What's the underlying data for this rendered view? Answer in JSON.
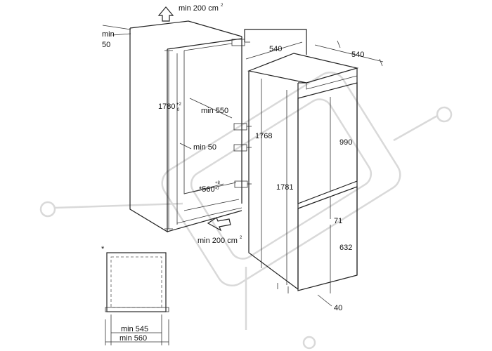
{
  "labels": {
    "top_vent": "min 200 cm",
    "top_vent_sup": "2",
    "gap_min_label": "min",
    "gap_min_value": "50",
    "niche_height": "1780",
    "niche_height_tol_plus": "+2",
    "niche_height_tol_minus": "0",
    "min_depth": "min 550",
    "side_min": "min 50",
    "niche_width": "*560",
    "niche_width_tol_plus": "+8",
    "niche_width_tol_minus": "-0",
    "bottom_vent": "min 200 cm",
    "bottom_vent_sup": "2",
    "appliance_width_1": "540",
    "appliance_width_2": "540",
    "appliance_height_1": "1768",
    "appliance_height_2": "1781",
    "upper_door": "990",
    "gap_between_doors": "71",
    "lower_door": "632",
    "bottom_gap": "40",
    "inset_star": "*",
    "inset_min_545": "min 545",
    "inset_min_560": "min 560"
  },
  "colors": {
    "ink": "#222222",
    "watermark": "#d9d9d9"
  }
}
